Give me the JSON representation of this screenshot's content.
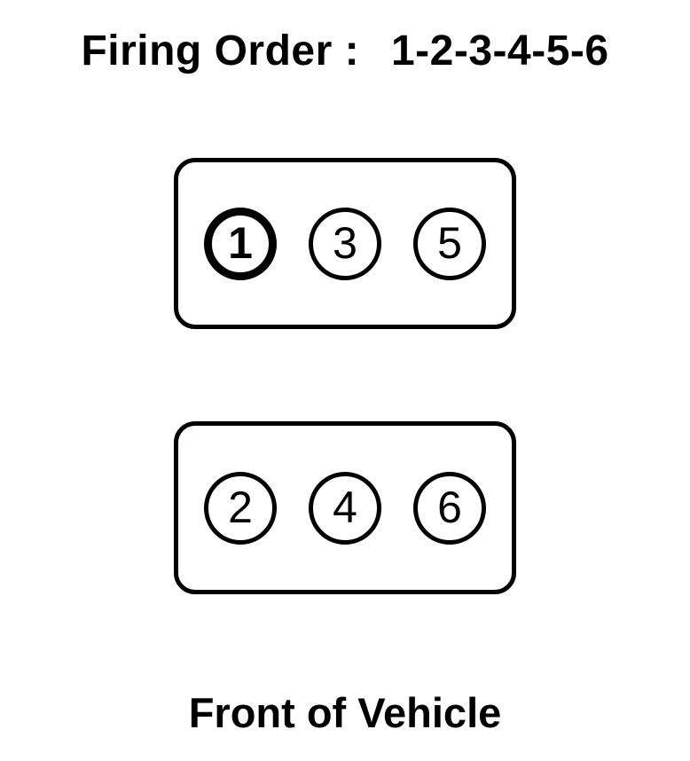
{
  "title": {
    "label": "Firing Order :",
    "sequence": "1-2-3-4-5-6"
  },
  "diagram": {
    "banks": [
      {
        "id": "bank-odd",
        "cylinders": [
          {
            "number": "1",
            "emphasized": true
          },
          {
            "number": "3",
            "emphasized": false
          },
          {
            "number": "5",
            "emphasized": false
          }
        ]
      },
      {
        "id": "bank-even",
        "cylinders": [
          {
            "number": "2",
            "emphasized": false
          },
          {
            "number": "4",
            "emphasized": false
          },
          {
            "number": "6",
            "emphasized": false
          }
        ]
      }
    ]
  },
  "footer": {
    "label": "Front of Vehicle"
  },
  "colors": {
    "line": "#000000",
    "background": "#ffffff"
  }
}
